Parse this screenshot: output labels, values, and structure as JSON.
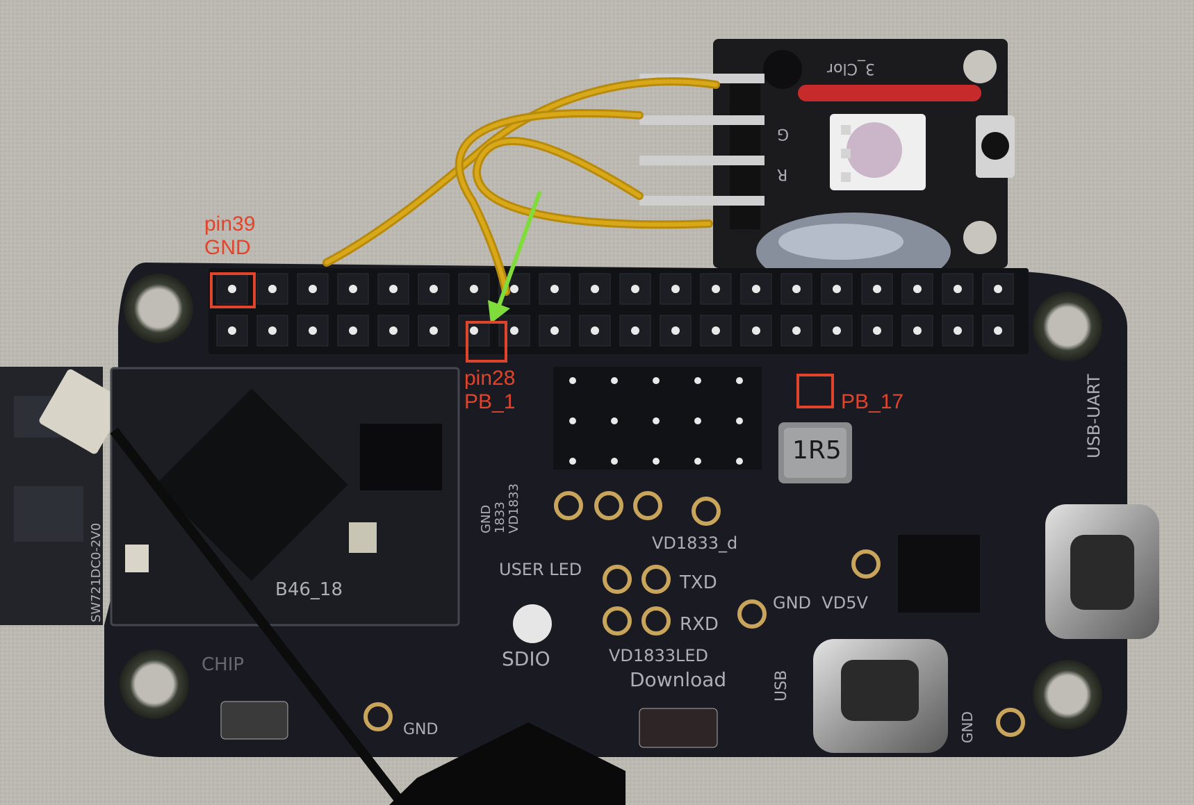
{
  "annotations": {
    "color": "#e0452c",
    "arrow_color": "#7fdc3a",
    "pin39": {
      "pin": "pin39",
      "signal": "GND"
    },
    "pin28": {
      "pin": "pin28",
      "signal": "PB_1"
    },
    "pb17": {
      "signal": "PB_17"
    }
  },
  "board_silkscreen": {
    "rgb_module_label": "3_Clor",
    "rgb_pin_g": "G",
    "rgb_pin_r": "R",
    "inductor": "1R5",
    "usb_uart": "USB-UART",
    "module_label": "B46_18",
    "antenna_label": "SW721DC0-2V0",
    "gnd_1833_labels": "GND\n1833\nVD1833",
    "vd1833": "VD1833_d",
    "user_led": "USER LED",
    "txd": "TXD",
    "rxd": "RXD",
    "gnd_vd5v": "GND  VD5V",
    "sdio": "SDIO",
    "vd1833led": "VD1833LED",
    "download": "Download",
    "usb": "USB",
    "gnd_bottom": "GND",
    "gnd_right": "GND",
    "chip_label": "CHIP"
  },
  "colors": {
    "background": "#b9b6b0",
    "pcb": "#1a1b22",
    "wire": "#c99a12",
    "red_wire": "#c62a2a"
  }
}
